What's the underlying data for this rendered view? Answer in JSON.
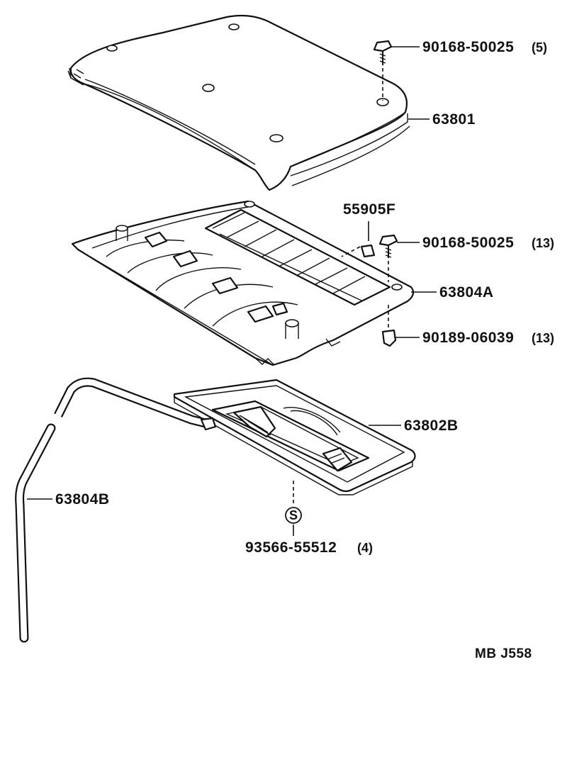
{
  "labels": {
    "bolt_top": "90168-50025",
    "bolt_top_qty": "(5)",
    "cover": "63801",
    "clip_part": "55905F",
    "bolt_mid": "90168-50025",
    "bolt_mid_qty": "(13)",
    "tray_upper": "63804A",
    "nut": "90189-06039",
    "nut_qty": "(13)",
    "tray_lower": "63802B",
    "hose": "63804B",
    "s_symbol": "S",
    "screw": "93566-55512",
    "screw_qty": "(4)",
    "footer_code": "MB  J558"
  }
}
